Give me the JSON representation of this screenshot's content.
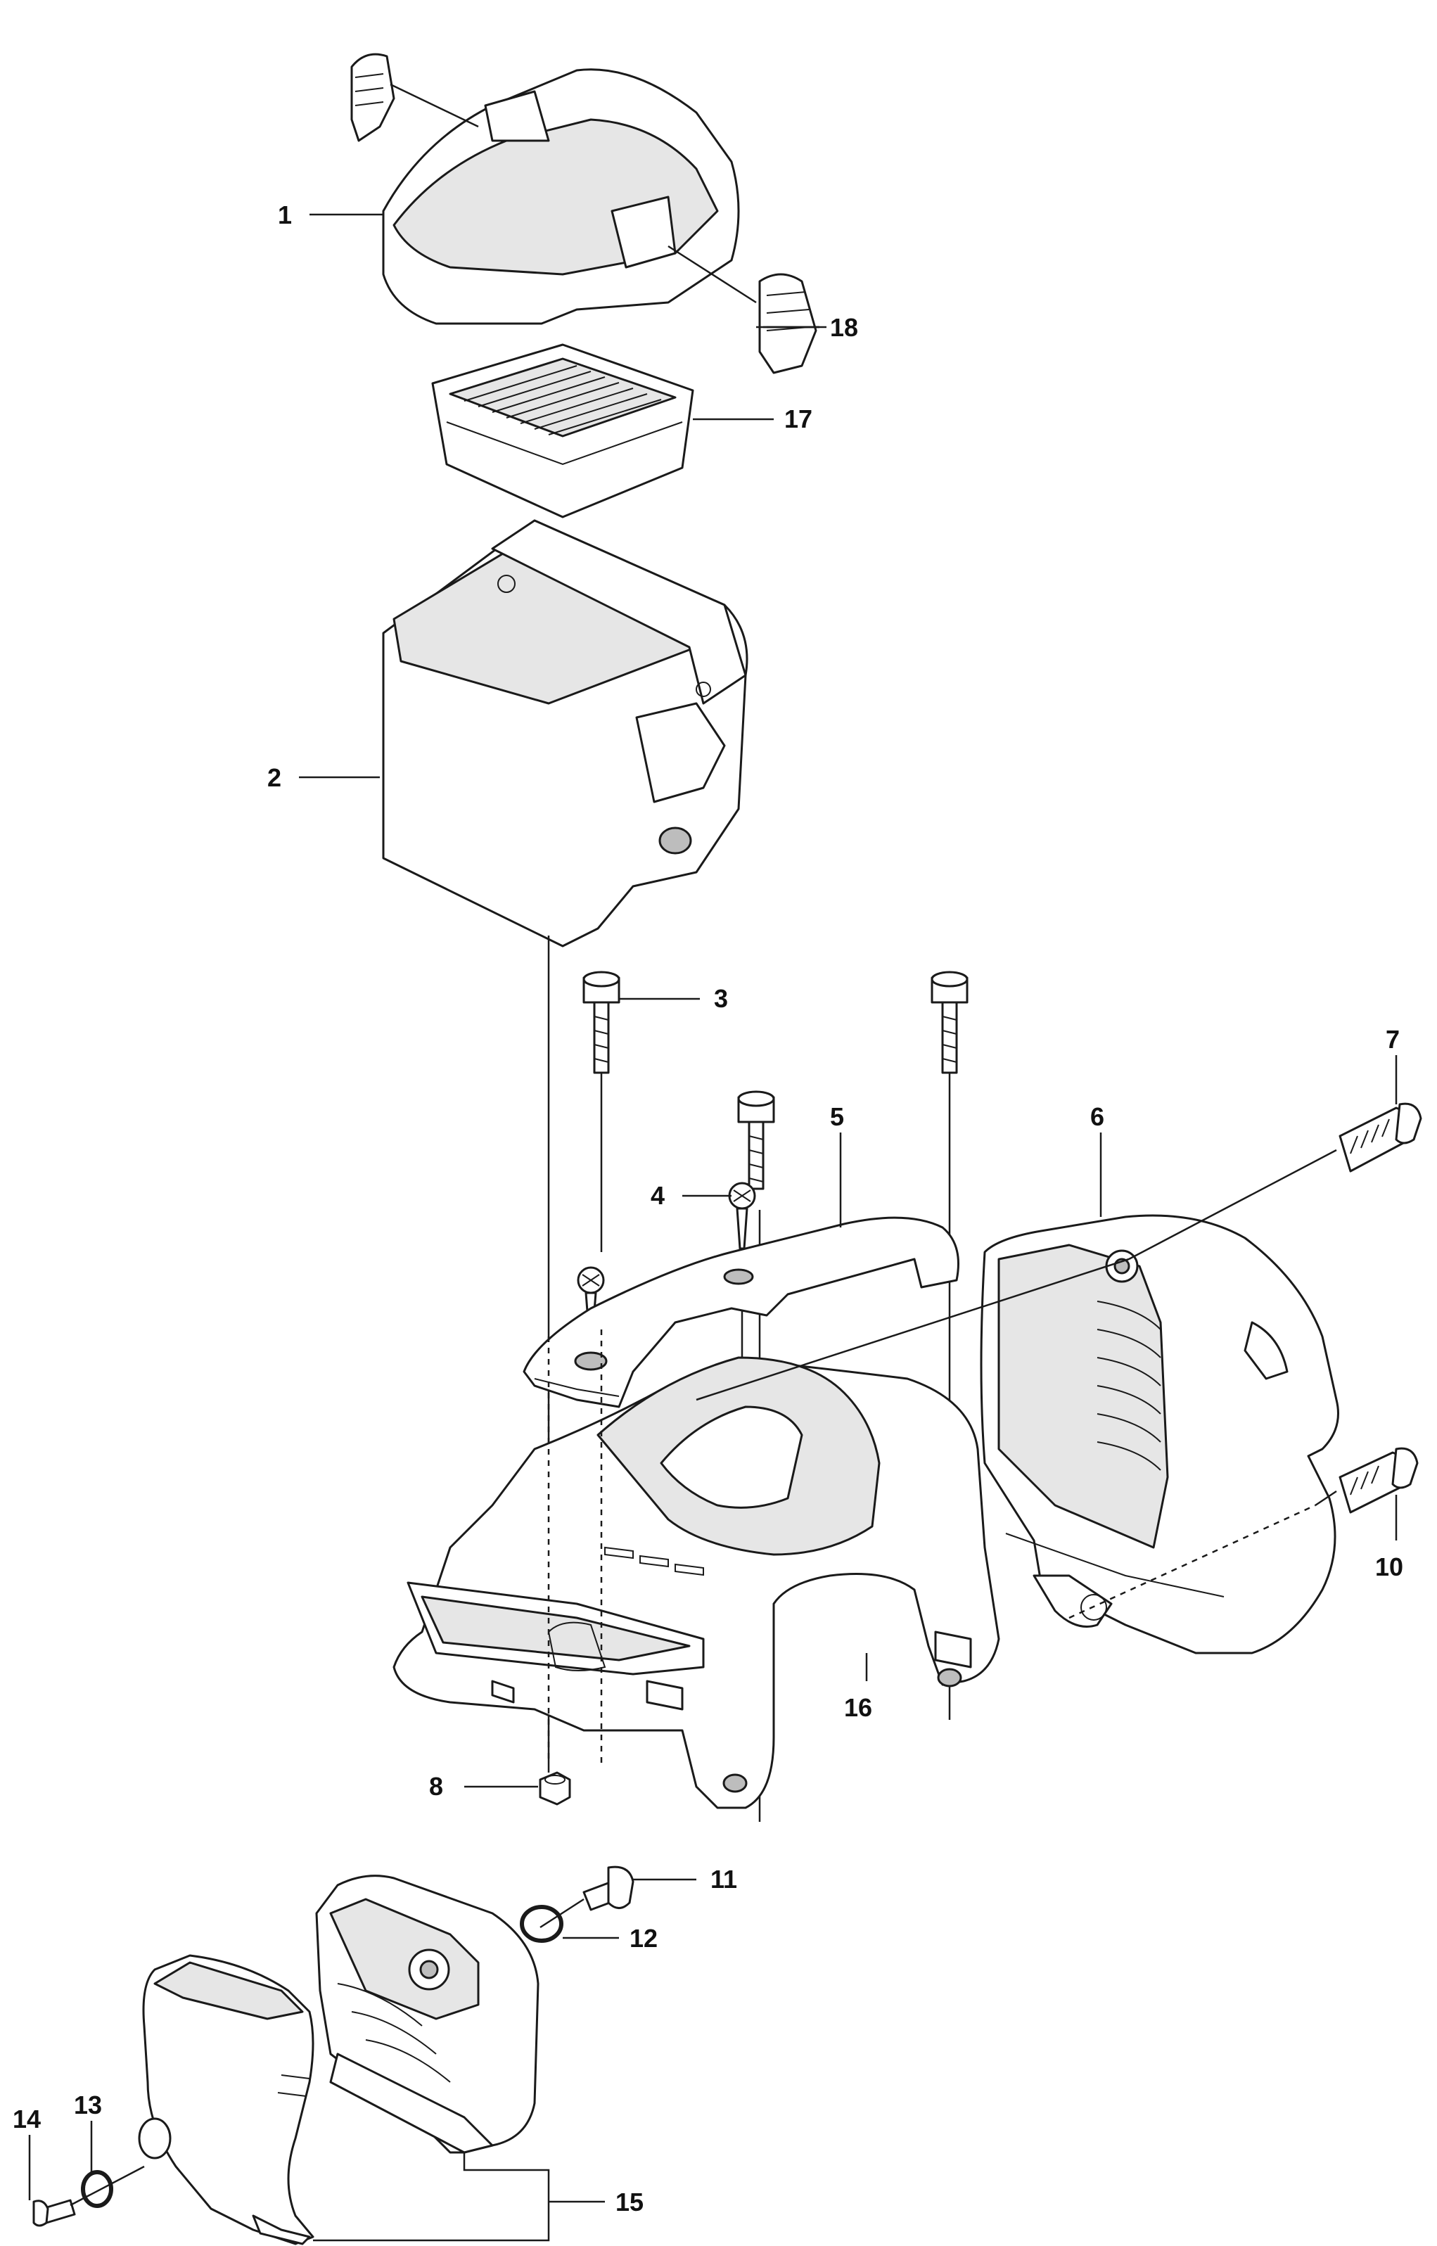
{
  "callouts": [
    {
      "id": "1",
      "label": "1",
      "part": "air-filter-cover"
    },
    {
      "id": "2",
      "label": "2",
      "part": "air-filter-housing"
    },
    {
      "id": "3",
      "label": "3",
      "part": "housing-screw"
    },
    {
      "id": "4",
      "label": "4",
      "part": "handle-screw"
    },
    {
      "id": "5",
      "label": "5",
      "part": "top-handle"
    },
    {
      "id": "6",
      "label": "6",
      "part": "cylinder-cover"
    },
    {
      "id": "7",
      "label": "7",
      "part": "cover-screw"
    },
    {
      "id": "8",
      "label": "8",
      "part": "nut"
    },
    {
      "id": "10",
      "label": "10",
      "part": "cover-screw-lower"
    },
    {
      "id": "11",
      "label": "11",
      "part": "bolt"
    },
    {
      "id": "12",
      "label": "12",
      "part": "o-ring"
    },
    {
      "id": "13",
      "label": "13",
      "part": "o-ring-small"
    },
    {
      "id": "14",
      "label": "14",
      "part": "small-screw"
    },
    {
      "id": "15",
      "label": "15",
      "part": "starter-cover-assembly"
    },
    {
      "id": "16",
      "label": "16",
      "part": "engine-shroud"
    },
    {
      "id": "17",
      "label": "17",
      "part": "air-filter-element"
    },
    {
      "id": "18",
      "label": "18",
      "part": "cover-clip"
    }
  ]
}
